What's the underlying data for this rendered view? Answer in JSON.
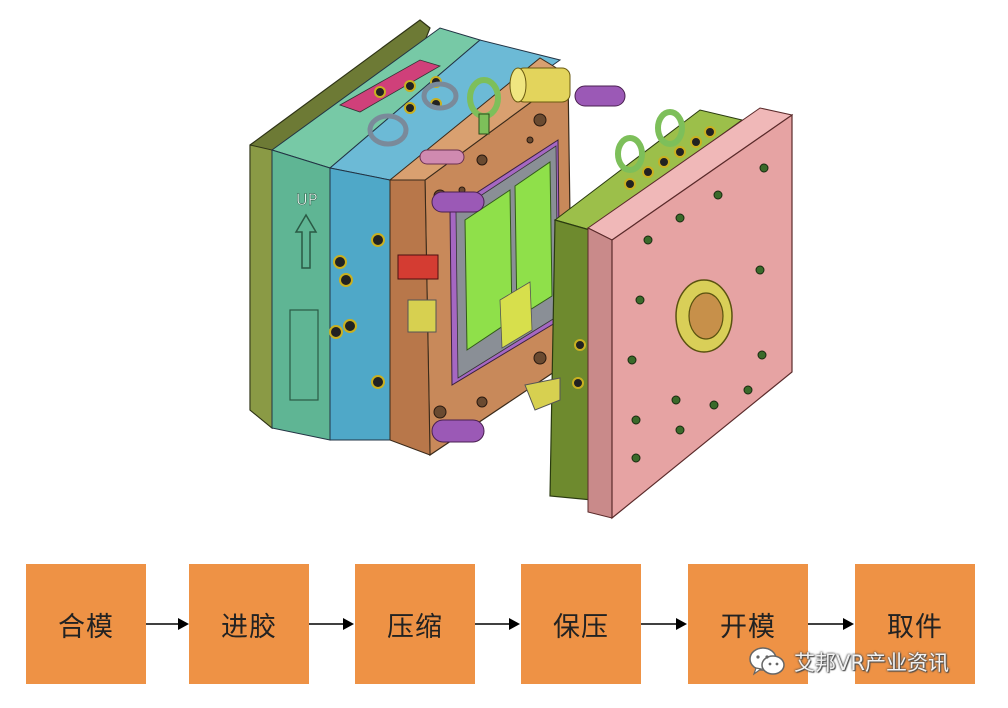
{
  "figure": {
    "up_label": "UP",
    "colors": {
      "clamp_plate": "#6d7a35",
      "a_plate_green": "#5fb594",
      "a_plate_blue": "#4fa8c8",
      "cavity_plate": "#c8895a",
      "cavity_insert": "#8fe04a",
      "insert_frame": "#a567c2",
      "b_plate": "#6e8a2e",
      "moving_clamp_plate": "#e6a3a3",
      "guide_pin": "#9b59b6",
      "eye_bolt": "#7dbf5a",
      "locating_ring": "#d9cf58"
    }
  },
  "process": {
    "box_color": "#ee9245",
    "steps": [
      {
        "label": "合模"
      },
      {
        "label": "进胶"
      },
      {
        "label": "压缩"
      },
      {
        "label": "保压"
      },
      {
        "label": "开模"
      },
      {
        "label": "取件"
      }
    ]
  },
  "watermark": {
    "text": "艾邦VR产业资讯",
    "icon": "wechat-icon"
  }
}
